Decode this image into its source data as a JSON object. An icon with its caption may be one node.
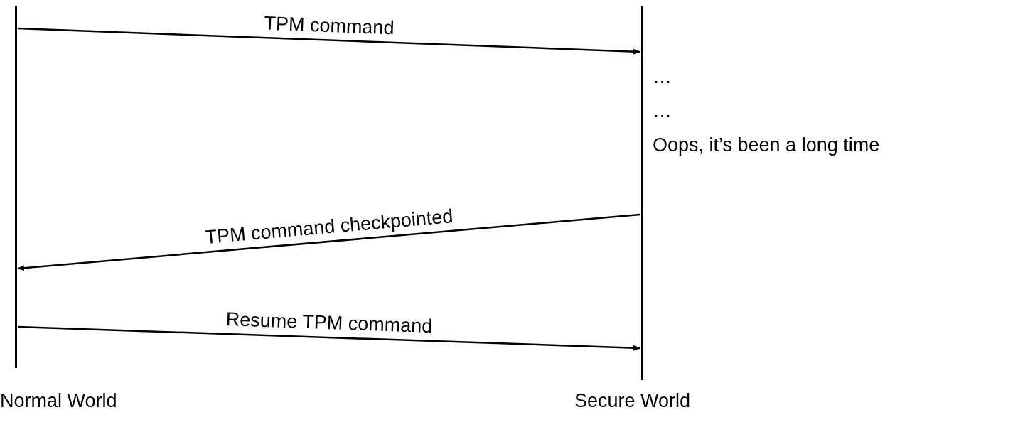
{
  "diagram": {
    "nodes": [
      {
        "text": [
          "Normal World"
        ]
      },
      {
        "text": [
          "Secure World"
        ]
      }
    ],
    "edges": [
      {
        "from": 0,
        "to": 1,
        "arrow": "to",
        "label": "TPM command"
      },
      {
        "from": 1,
        "to": 0,
        "arrow": "to",
        "label": "TPM command checkpointed"
      },
      {
        "from": 0,
        "to": 1,
        "arrow": "to",
        "label": "Resume TPM command"
      }
    ],
    "labels": [
      "…",
      "…",
      "Oops, it’s been a long time"
    ]
  }
}
